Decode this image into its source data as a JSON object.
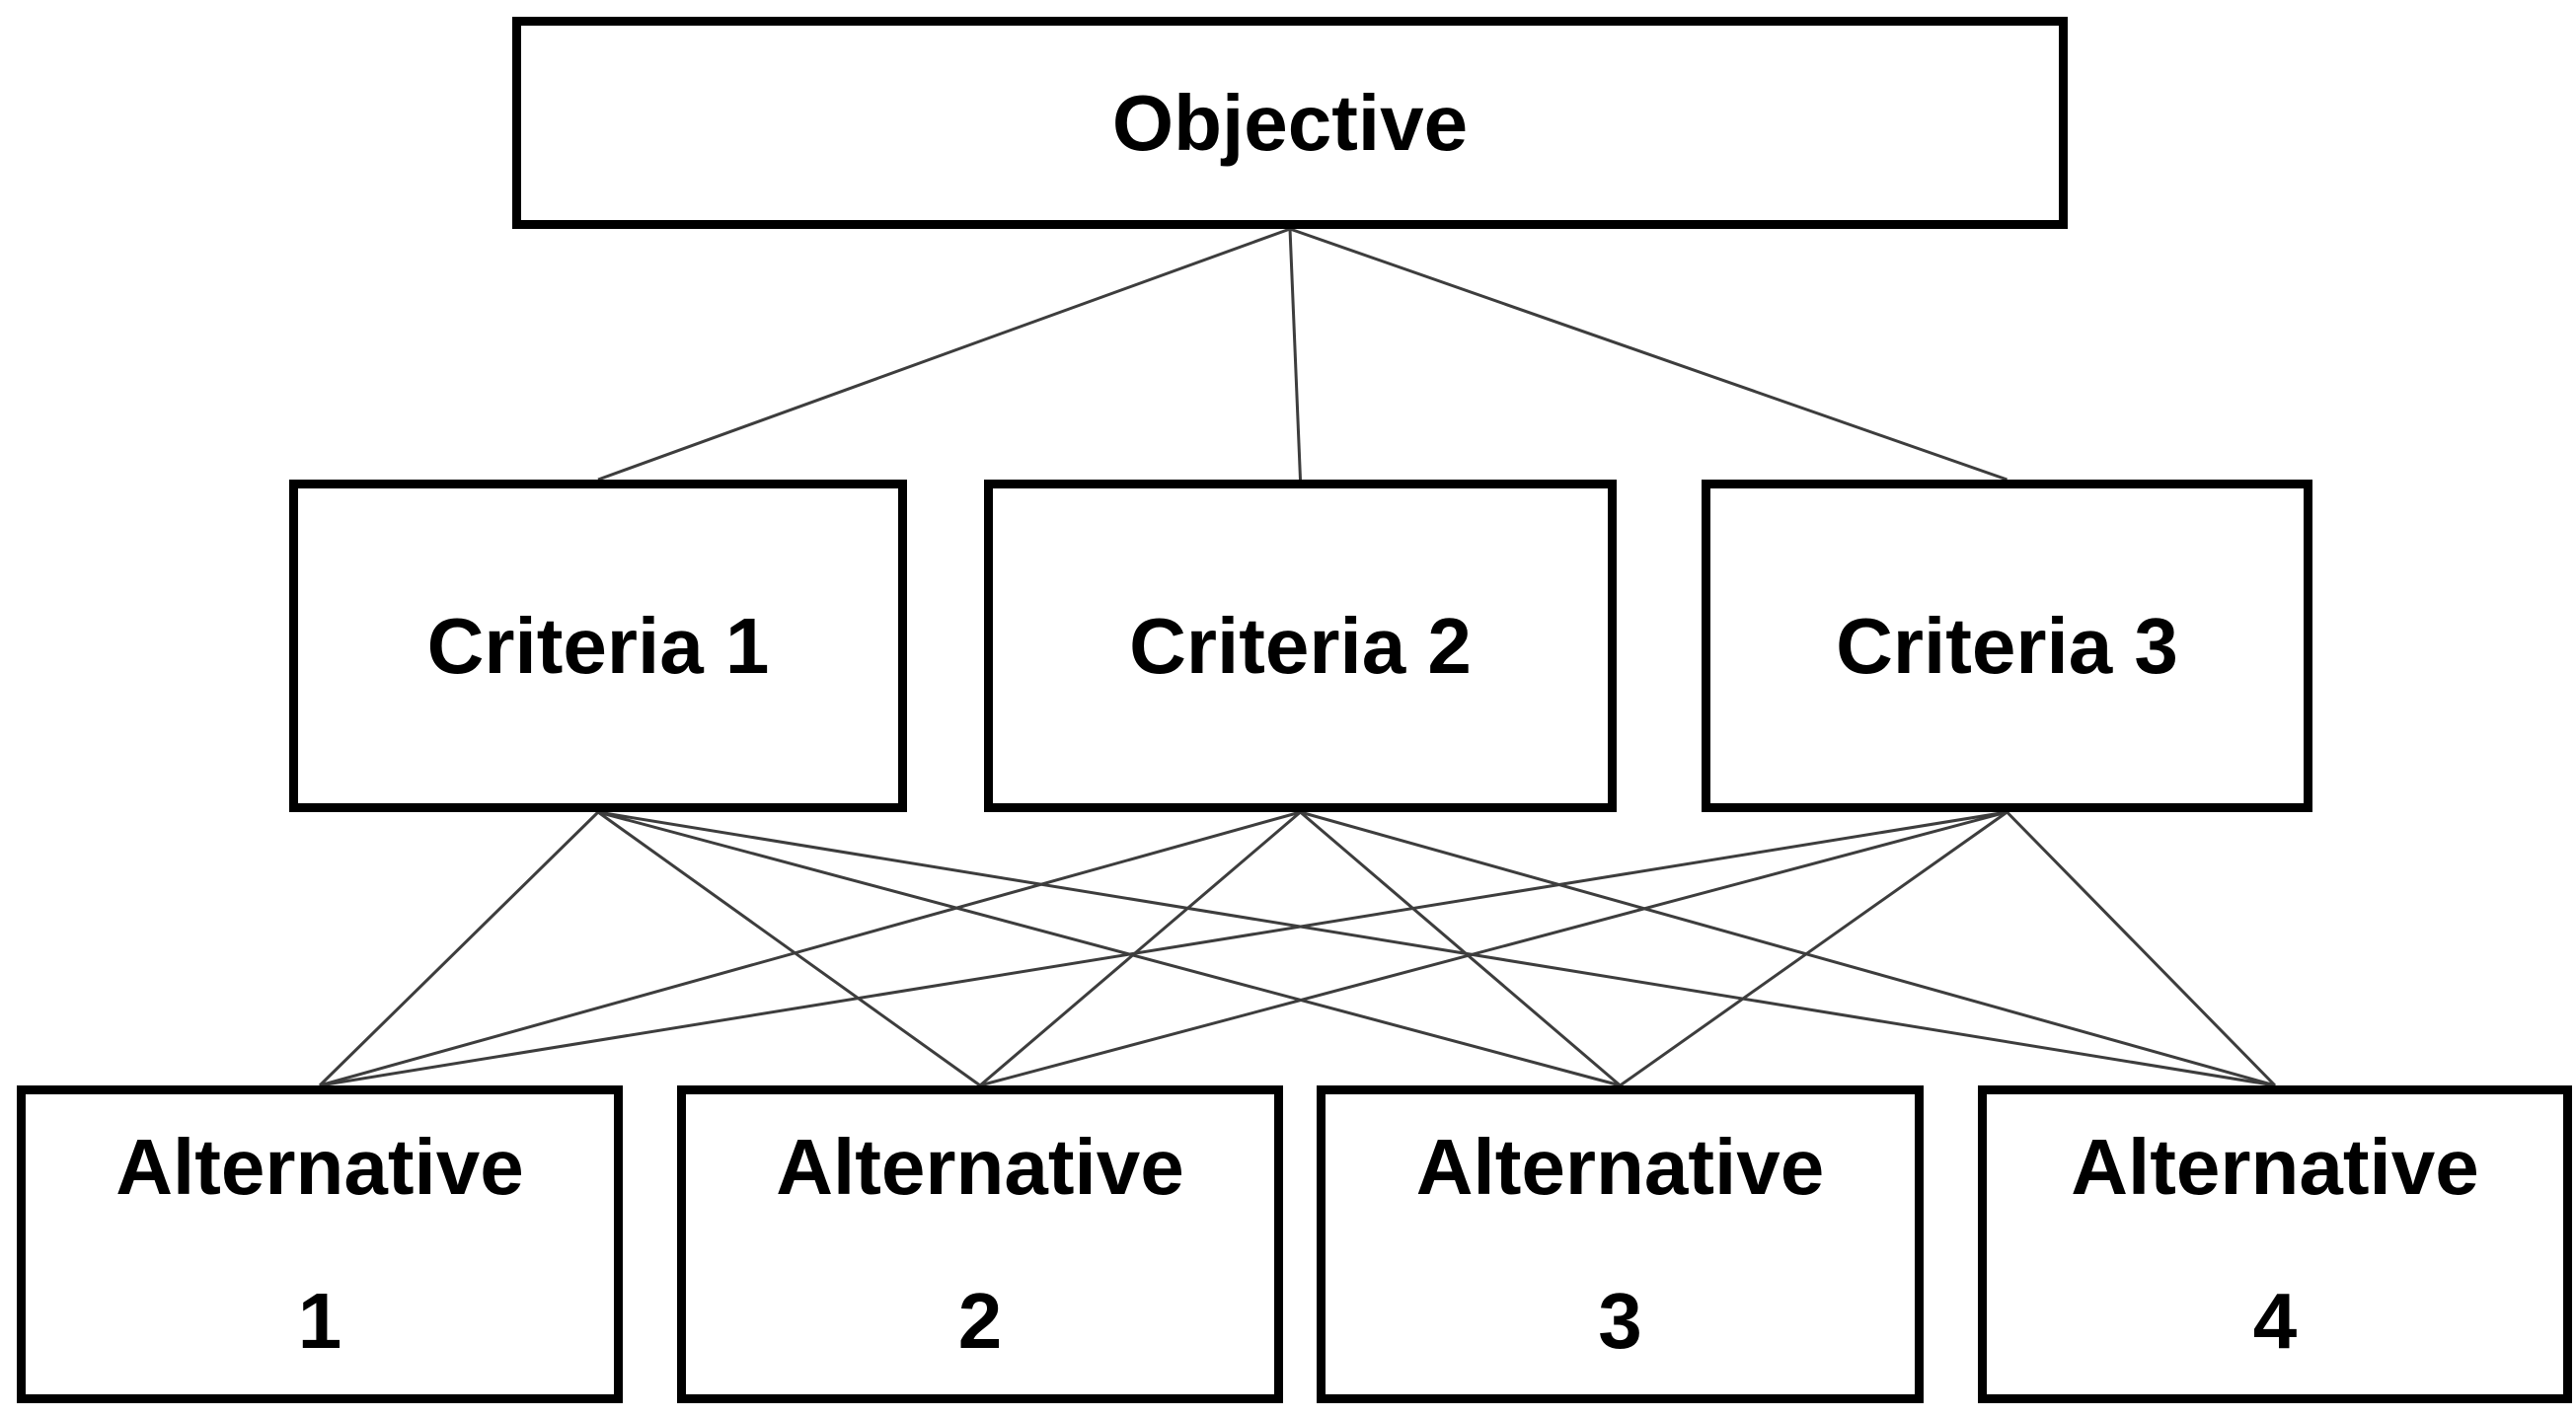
{
  "diagram": {
    "kind": "hierarchy",
    "levels": [
      "objective",
      "criteria",
      "alternatives"
    ]
  },
  "nodes": {
    "objective": {
      "id": "objective",
      "label": "Objective"
    },
    "criteria": [
      {
        "id": "criteria-1",
        "label": "Criteria 1"
      },
      {
        "id": "criteria-2",
        "label": "Criteria 2"
      },
      {
        "id": "criteria-3",
        "label": "Criteria 3"
      }
    ],
    "alternatives": [
      {
        "id": "alternative-1",
        "line1": "Alternative",
        "line2": "1"
      },
      {
        "id": "alternative-2",
        "line1": "Alternative",
        "line2": "2"
      },
      {
        "id": "alternative-3",
        "line1": "Alternative",
        "line2": "3"
      },
      {
        "id": "alternative-4",
        "line1": "Alternative",
        "line2": "4"
      }
    ]
  },
  "edges": [
    {
      "from": "objective",
      "to": "criteria-1"
    },
    {
      "from": "objective",
      "to": "criteria-2"
    },
    {
      "from": "objective",
      "to": "criteria-3"
    },
    {
      "from": "criteria-1",
      "to": "alternative-1"
    },
    {
      "from": "criteria-1",
      "to": "alternative-2"
    },
    {
      "from": "criteria-1",
      "to": "alternative-3"
    },
    {
      "from": "criteria-1",
      "to": "alternative-4"
    },
    {
      "from": "criteria-2",
      "to": "alternative-1"
    },
    {
      "from": "criteria-2",
      "to": "alternative-2"
    },
    {
      "from": "criteria-2",
      "to": "alternative-3"
    },
    {
      "from": "criteria-2",
      "to": "alternative-4"
    },
    {
      "from": "criteria-3",
      "to": "alternative-1"
    },
    {
      "from": "criteria-3",
      "to": "alternative-2"
    },
    {
      "from": "criteria-3",
      "to": "alternative-3"
    },
    {
      "from": "criteria-3",
      "to": "alternative-4"
    }
  ],
  "colors": {
    "background": "#ffffff",
    "box_fill": "#ffffff",
    "box_border": "#000000",
    "text": "#000000",
    "connector": "#3d3d3d"
  }
}
